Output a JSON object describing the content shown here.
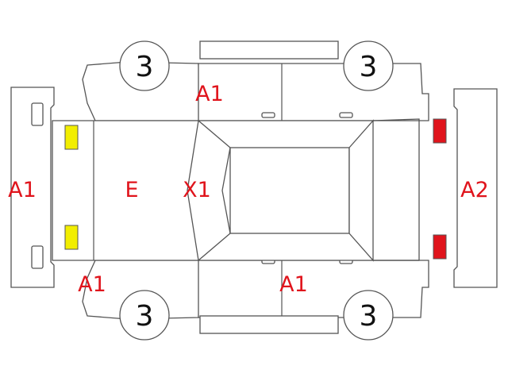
{
  "colors": {
    "outline": "#555555",
    "damage_code": "#e0141c",
    "headlight": "#f2ee00",
    "taillight": "#e0141c"
  },
  "wheels": {
    "front_left": "3",
    "rear_left": "3",
    "front_right": "3",
    "rear_right": "3"
  },
  "marks": {
    "front_bumper": "A1",
    "hood": "E",
    "windshield": "X1",
    "rear_bumper": "A2",
    "front_door_top": "A1",
    "front_fender_bottom": "A1",
    "door_bottom": "A1"
  },
  "icons": {
    "headlight_icon": "headlight",
    "taillight_icon": "taillight"
  }
}
